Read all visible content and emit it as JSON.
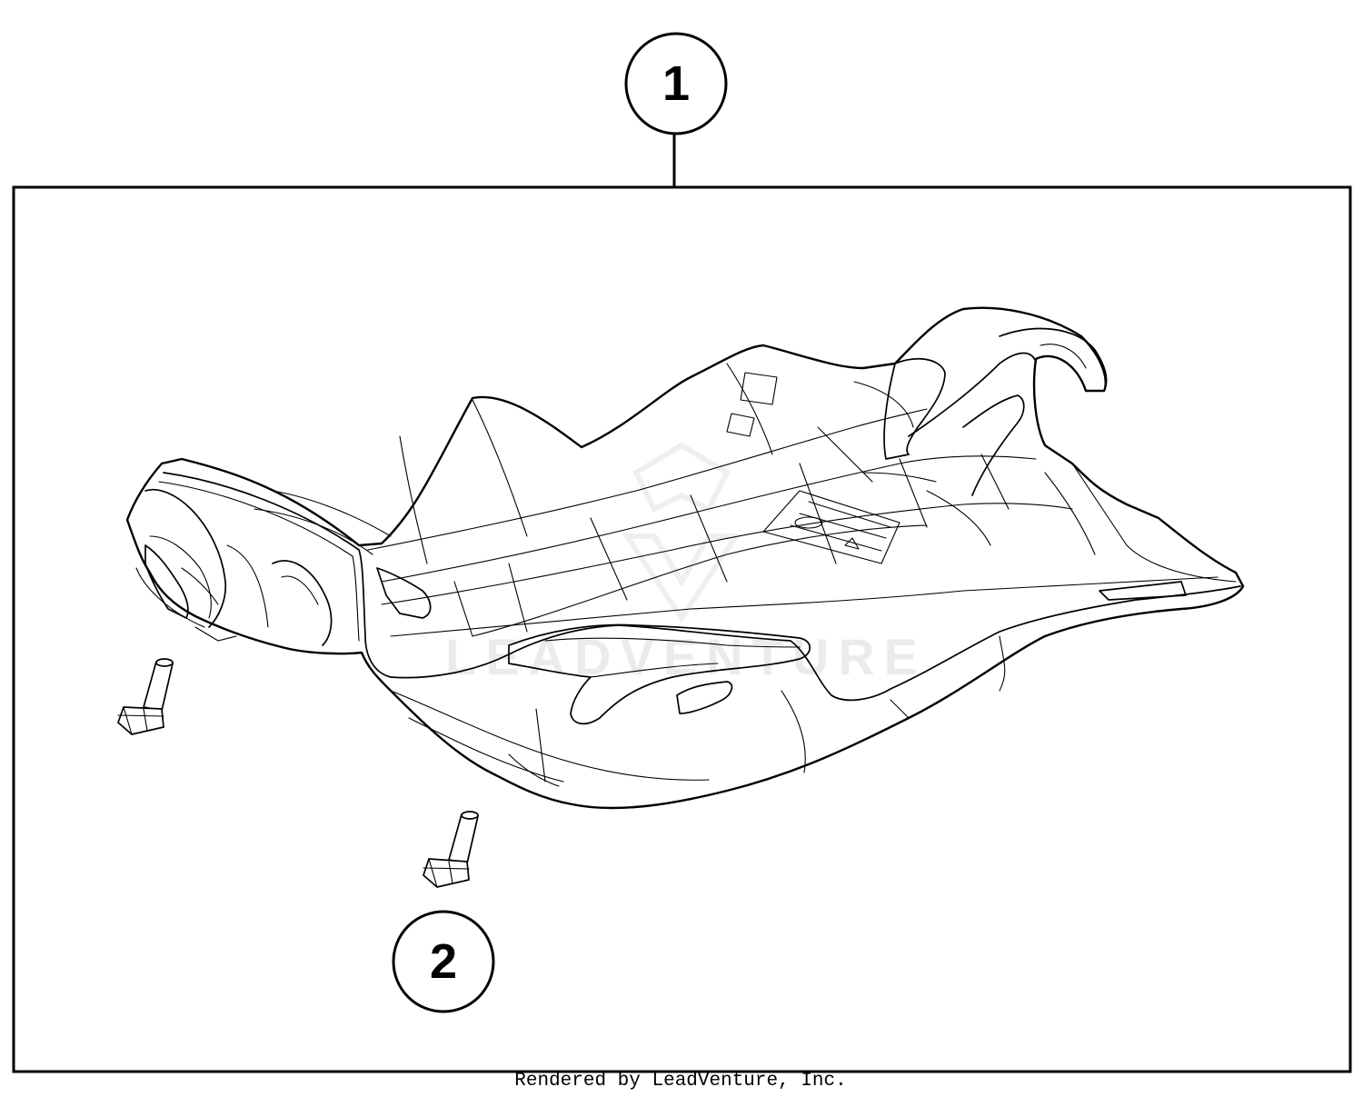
{
  "callouts": [
    {
      "label": "1"
    },
    {
      "label": "2"
    }
  ],
  "parts": {
    "skid_plate": "skid-plate",
    "bolt": "flange-bolt"
  },
  "footer": {
    "text": "Rendered by LeadVenture, Inc."
  },
  "watermark": {
    "text": "LEADVENTURE"
  },
  "colors": {
    "line": "#000000",
    "background": "#ffffff",
    "watermark": "#dcdcdc"
  }
}
